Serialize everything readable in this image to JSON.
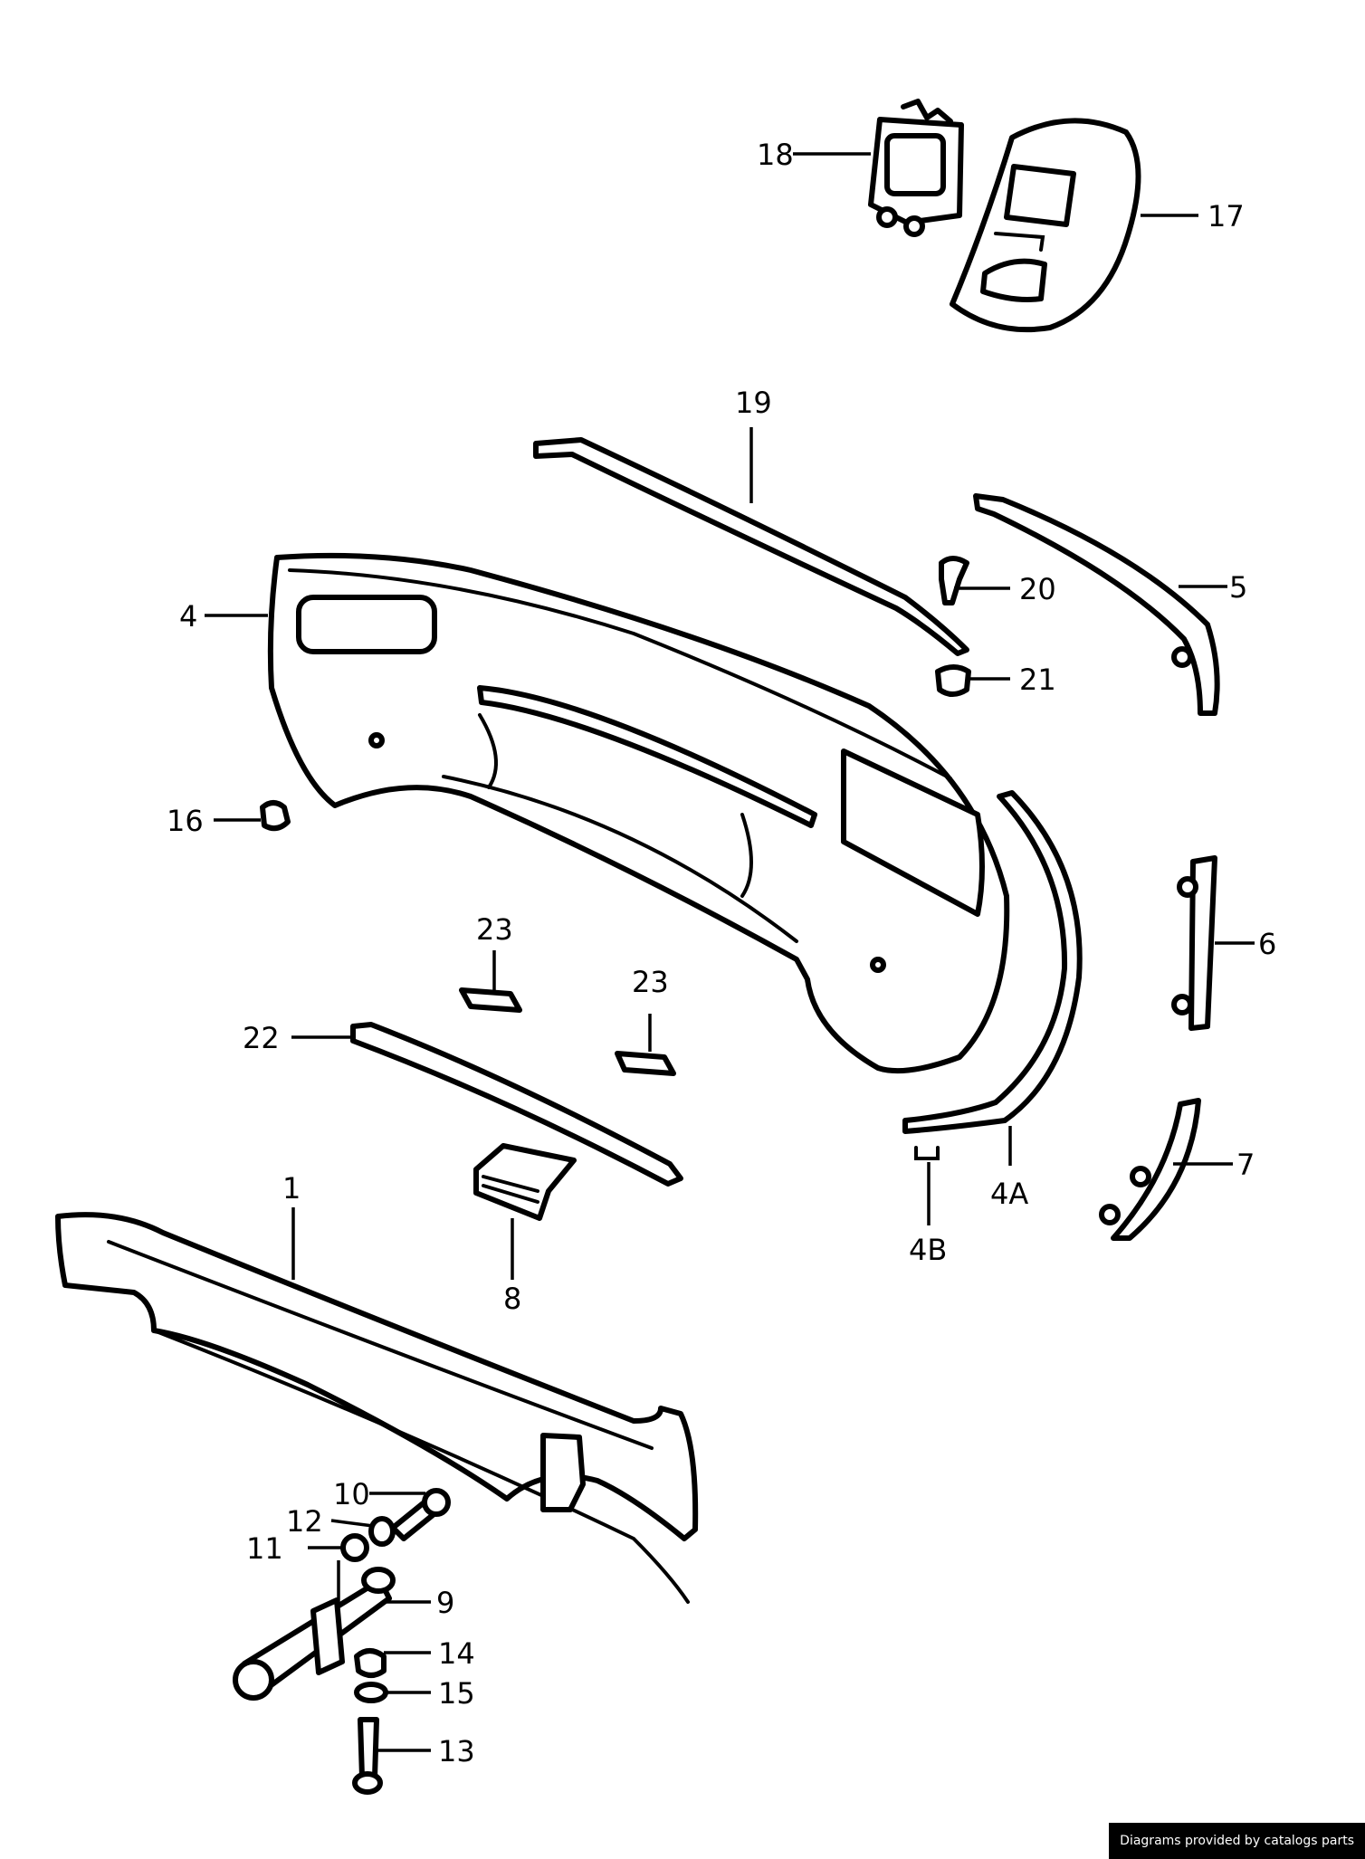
{
  "diagram": {
    "labels": {
      "p1": "1",
      "p4": "4",
      "p4a": "4A",
      "p4b": "4B",
      "p5": "5",
      "p6": "6",
      "p7": "7",
      "p8": "8",
      "p9": "9",
      "p10": "10",
      "p11": "11",
      "p12": "12",
      "p13": "13",
      "p14": "14",
      "p15": "15",
      "p16": "16",
      "p17": "17",
      "p18": "18",
      "p19": "19",
      "p20": "20",
      "p21": "21",
      "p22": "22",
      "p23a": "23",
      "p23b": "23"
    }
  },
  "footer": {
    "credit": "Diagrams provided by catalogs parts"
  }
}
